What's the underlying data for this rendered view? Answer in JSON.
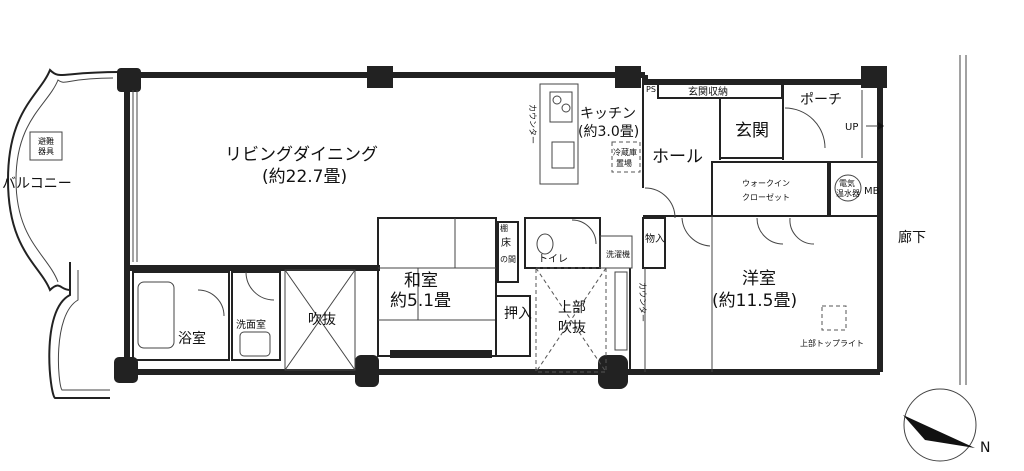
{
  "rooms": {
    "living": {
      "name": "リビングダイニング",
      "area": "(約22.7畳)"
    },
    "kitchen": {
      "name": "キッチン",
      "area": "(約3.0畳)"
    },
    "washitsu": {
      "name": "和室",
      "area": "約5.1畳"
    },
    "youshitsu": {
      "name": "洋室",
      "area": "(約11.5畳)"
    },
    "hall": "ホール",
    "genkan": "玄関",
    "genkan_storage": "玄関収納",
    "porch": "ポーチ",
    "walkin_1": "ウォークイン",
    "walkin_2": "クローゼット",
    "bath": "浴室",
    "washroom": "洗面室",
    "toilet": "トイレ",
    "oshiire": "押入",
    "storage": "物入",
    "fukinuke": "吹抜",
    "upper_fukinuke_1": "上部",
    "upper_fukinuke_2": "吹抜",
    "tokonoma_1": "床",
    "tokonoma_2": "の間",
    "balcony": "バルコニー",
    "corridor": "廊下"
  },
  "fixtures": {
    "counter": "カウンター",
    "fridge_1": "冷蔵庫",
    "fridge_2": "置場",
    "water_heater_1": "電気",
    "water_heater_2": "温水器",
    "mb": "MB",
    "ps": "PS",
    "laundry": "洗濯機",
    "up": "UP",
    "evac_1": "避難",
    "evac_2": "器具",
    "shelf": "棚",
    "toplight": "上部トップライト"
  },
  "compass": {
    "label": "N"
  }
}
